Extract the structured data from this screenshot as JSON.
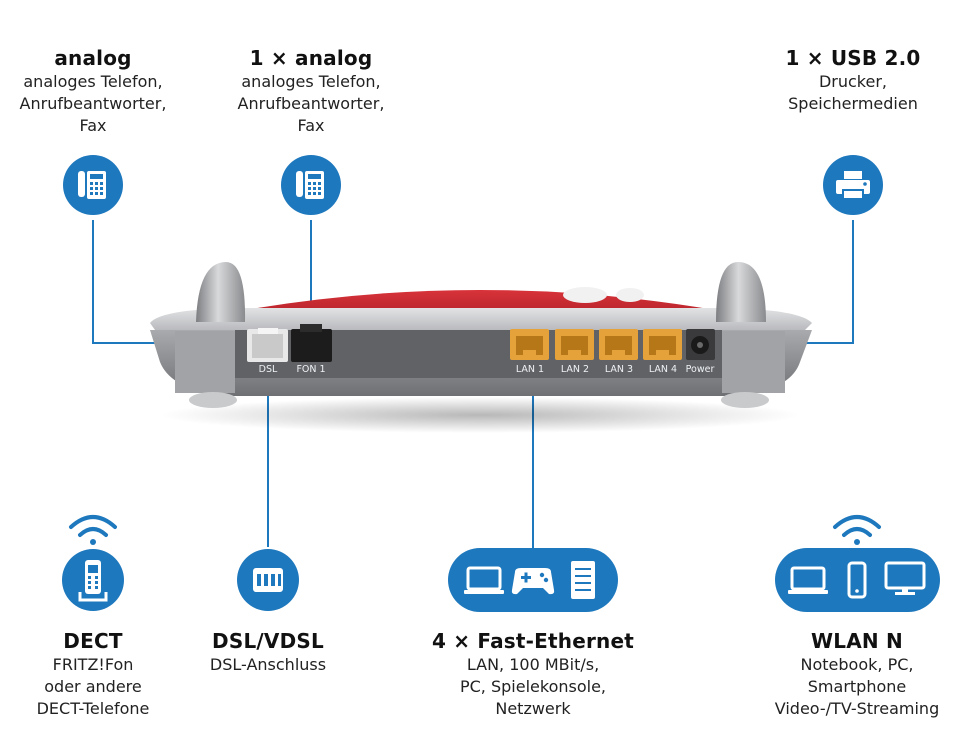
{
  "colors": {
    "accent": "#1e78bd",
    "router_body": "#8e8f92",
    "router_red": "#c6262e",
    "lan_port": "#e5a23a"
  },
  "captions": {
    "analog_left": {
      "title": "analog",
      "desc": "analoges Telefon,\nAnrufbeantworter,\nFax"
    },
    "analog_fon1": {
      "title": "1 × analog",
      "desc": "analoges Telefon,\nAnrufbeantworter,\nFax"
    },
    "usb": {
      "title": "1 × USB 2.0",
      "desc": "Drucker,\nSpeichermedien"
    },
    "dect": {
      "title": "DECT",
      "desc": "FRITZ!Fon\noder andere\nDECT-Telefone"
    },
    "dsl": {
      "title": "DSL/VDSL",
      "desc": "DSL-Anschluss"
    },
    "ethernet": {
      "title": "4 × Fast-Ethernet",
      "desc": "LAN, 100 MBit/s,\nPC, Spielekonsole,\nNetzwerk"
    },
    "wlan": {
      "title": "WLAN N",
      "desc": "Notebook, PC,\nSmartphone\nVideo-/TV-Streaming"
    }
  },
  "router": {
    "ports": {
      "dsl": "DSL",
      "fon1": "FON 1",
      "lan1": "LAN 1",
      "lan2": "LAN 2",
      "lan3": "LAN 3",
      "lan4": "LAN 4",
      "power": "Power"
    }
  },
  "icons": {
    "analog_left": "landline-phone-icon",
    "analog_fon1": "landline-phone-icon",
    "usb": "printer-icon",
    "dect": "dect-handset-icon",
    "dect_signal": "wifi-signal-icon",
    "dsl": "dsl-splitter-icon",
    "ethernet": [
      "laptop-icon",
      "gamepad-icon",
      "server-icon"
    ],
    "wlan": [
      "laptop-icon",
      "smartphone-icon",
      "monitor-icon"
    ],
    "wlan_signal": "wifi-signal-icon"
  }
}
